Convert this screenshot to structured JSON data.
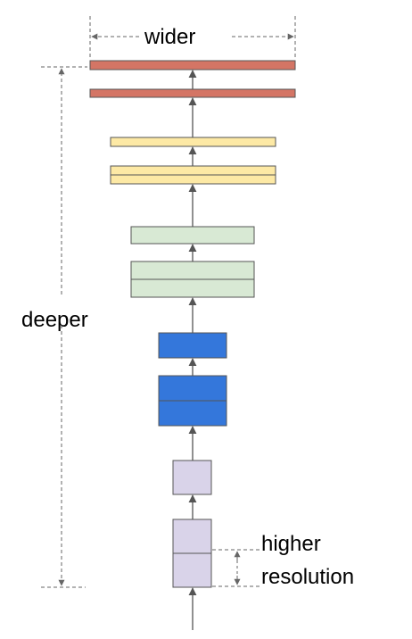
{
  "labels": {
    "wider": "wider",
    "deeper": "deeper",
    "higher_resolution_line1": "higher",
    "higher_resolution_line2": "resolution"
  },
  "colors": {
    "red": "#d47565",
    "yellow": "#fde9a5",
    "green": "#d8e9d4",
    "blue": "#3477db",
    "purple": "#d9d3e9",
    "stroke": "#555555",
    "dashed": "#666666"
  },
  "layers": [
    {
      "group": "purple",
      "cells": 2
    },
    {
      "group": "purple",
      "cells": 1
    },
    {
      "group": "blue",
      "cells": 2
    },
    {
      "group": "blue",
      "cells": 1
    },
    {
      "group": "green",
      "cells": 2
    },
    {
      "group": "green",
      "cells": 1
    },
    {
      "group": "yellow",
      "cells": 2
    },
    {
      "group": "yellow",
      "cells": 1
    },
    {
      "group": "red",
      "cells": 1
    },
    {
      "group": "red",
      "cells": 1
    }
  ]
}
